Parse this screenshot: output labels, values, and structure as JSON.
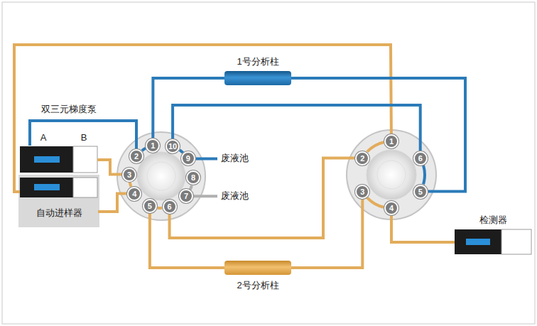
{
  "diagram": {
    "nodes": [
      {
        "text": [
          "1号分析柱"
        ]
      },
      {
        "text": [
          "双三元梯度泵",
          "A",
          "B"
        ]
      },
      {
        "text": [
          "自动进样器"
        ]
      },
      {
        "text": [
          "1"
        ]
      },
      {
        "text": [
          "2"
        ]
      },
      {
        "text": [
          "3"
        ]
      },
      {
        "text": [
          "4"
        ]
      },
      {
        "text": [
          "5"
        ]
      },
      {
        "text": [
          "6"
        ]
      },
      {
        "text": [
          "7"
        ]
      },
      {
        "text": [
          "8"
        ]
      },
      {
        "text": [
          "9"
        ]
      },
      {
        "text": [
          "10"
        ]
      },
      {
        "text": [
          "1"
        ]
      },
      {
        "text": [
          "2"
        ]
      },
      {
        "text": [
          "3"
        ]
      },
      {
        "text": [
          "4"
        ]
      },
      {
        "text": [
          "5"
        ]
      },
      {
        "text": [
          "6"
        ]
      },
      {
        "text": [
          "检测器"
        ]
      },
      {
        "text": [
          "2号分析柱"
        ]
      }
    ],
    "edges": [
      {
        "from": 1,
        "to": 4,
        "arrow": "none"
      },
      {
        "from": 1,
        "to": 13,
        "arrow": "none"
      },
      {
        "from": 1,
        "to": 5,
        "arrow": "none"
      },
      {
        "from": 2,
        "to": 6,
        "arrow": "none"
      },
      {
        "from": 3,
        "to": 0,
        "arrow": "none"
      },
      {
        "from": 0,
        "to": 17,
        "arrow": "none"
      },
      {
        "from": 12,
        "to": 18,
        "arrow": "none"
      },
      {
        "from": 8,
        "to": 14,
        "arrow": "none"
      },
      {
        "from": 7,
        "to": 20,
        "arrow": "none"
      },
      {
        "from": 20,
        "to": 15,
        "arrow": "none"
      },
      {
        "from": 16,
        "to": 19,
        "arrow": "none"
      },
      {
        "from": 3,
        "to": 4,
        "arrow": "none"
      },
      {
        "from": 5,
        "to": 6,
        "arrow": "none"
      },
      {
        "from": 7,
        "to": 8,
        "arrow": "none"
      },
      {
        "from": 9,
        "to": 10,
        "arrow": "none"
      },
      {
        "from": 11,
        "to": 12,
        "arrow": "none"
      },
      {
        "from": 13,
        "to": 14,
        "arrow": "none"
      },
      {
        "from": 15,
        "to": 16,
        "arrow": "none"
      },
      {
        "from": 17,
        "to": 18,
        "arrow": "none"
      }
    ],
    "labels": [
      "废液池",
      "废液池"
    ]
  }
}
